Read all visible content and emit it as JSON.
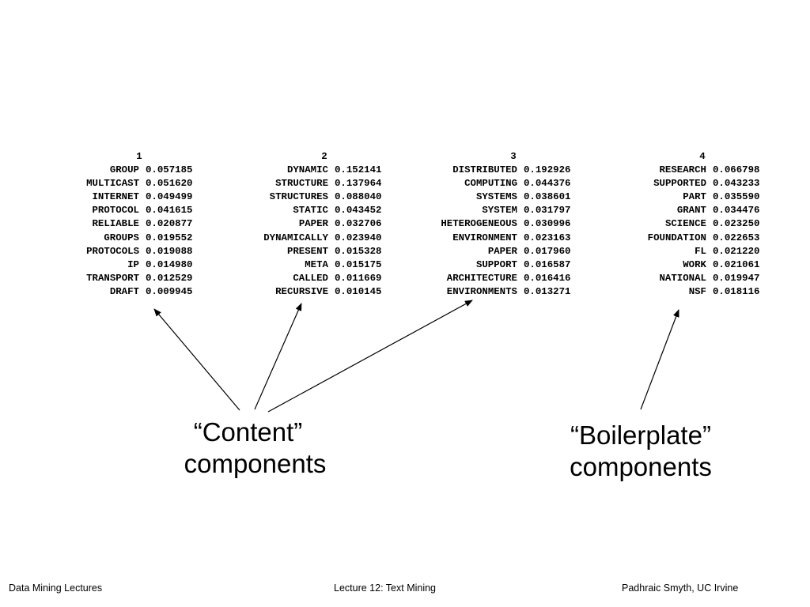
{
  "topics": [
    {
      "heading": "1",
      "rows": [
        {
          "word": "GROUP",
          "prob": "0.057185"
        },
        {
          "word": "MULTICAST",
          "prob": "0.051620"
        },
        {
          "word": "INTERNET",
          "prob": "0.049499"
        },
        {
          "word": "PROTOCOL",
          "prob": "0.041615"
        },
        {
          "word": "RELIABLE",
          "prob": "0.020877"
        },
        {
          "word": "GROUPS",
          "prob": "0.019552"
        },
        {
          "word": "PROTOCOLS",
          "prob": "0.019088"
        },
        {
          "word": "IP",
          "prob": "0.014980"
        },
        {
          "word": "TRANSPORT",
          "prob": "0.012529"
        },
        {
          "word": "DRAFT",
          "prob": "0.009945"
        }
      ]
    },
    {
      "heading": "2",
      "rows": [
        {
          "word": "DYNAMIC",
          "prob": "0.152141"
        },
        {
          "word": "STRUCTURE",
          "prob": "0.137964"
        },
        {
          "word": "STRUCTURES",
          "prob": "0.088040"
        },
        {
          "word": "STATIC",
          "prob": "0.043452"
        },
        {
          "word": "PAPER",
          "prob": "0.032706"
        },
        {
          "word": "DYNAMICALLY",
          "prob": "0.023940"
        },
        {
          "word": "PRESENT",
          "prob": "0.015328"
        },
        {
          "word": "META",
          "prob": "0.015175"
        },
        {
          "word": "CALLED",
          "prob": "0.011669"
        },
        {
          "word": "RECURSIVE",
          "prob": "0.010145"
        }
      ]
    },
    {
      "heading": "3",
      "rows": [
        {
          "word": "DISTRIBUTED",
          "prob": "0.192926"
        },
        {
          "word": "COMPUTING",
          "prob": "0.044376"
        },
        {
          "word": "SYSTEMS",
          "prob": "0.038601"
        },
        {
          "word": "SYSTEM",
          "prob": "0.031797"
        },
        {
          "word": "HETEROGENEOUS",
          "prob": "0.030996"
        },
        {
          "word": "ENVIRONMENT",
          "prob": "0.023163"
        },
        {
          "word": "PAPER",
          "prob": "0.017960"
        },
        {
          "word": "SUPPORT",
          "prob": "0.016587"
        },
        {
          "word": "ARCHITECTURE",
          "prob": "0.016416"
        },
        {
          "word": "ENVIRONMENTS",
          "prob": "0.013271"
        }
      ]
    },
    {
      "heading": "4",
      "rows": [
        {
          "word": "RESEARCH",
          "prob": "0.066798"
        },
        {
          "word": "SUPPORTED",
          "prob": "0.043233"
        },
        {
          "word": "PART",
          "prob": "0.035590"
        },
        {
          "word": "GRANT",
          "prob": "0.034476"
        },
        {
          "word": "SCIENCE",
          "prob": "0.023250"
        },
        {
          "word": "FOUNDATION",
          "prob": "0.022653"
        },
        {
          "word": "FL",
          "prob": "0.021220"
        },
        {
          "word": "WORK",
          "prob": "0.021061"
        },
        {
          "word": "NATIONAL",
          "prob": "0.019947"
        },
        {
          "word": "NSF",
          "prob": "0.018116"
        }
      ]
    }
  ],
  "callouts": {
    "content": {
      "line1": "“Content”",
      "line2": "components"
    },
    "boilerplate": {
      "line1": "“Boilerplate”",
      "line2": "components"
    }
  },
  "footer": {
    "left": "Data Mining Lectures",
    "center": "Lecture 12: Text Mining",
    "right": "Padhraic Smyth, UC Irvine"
  }
}
